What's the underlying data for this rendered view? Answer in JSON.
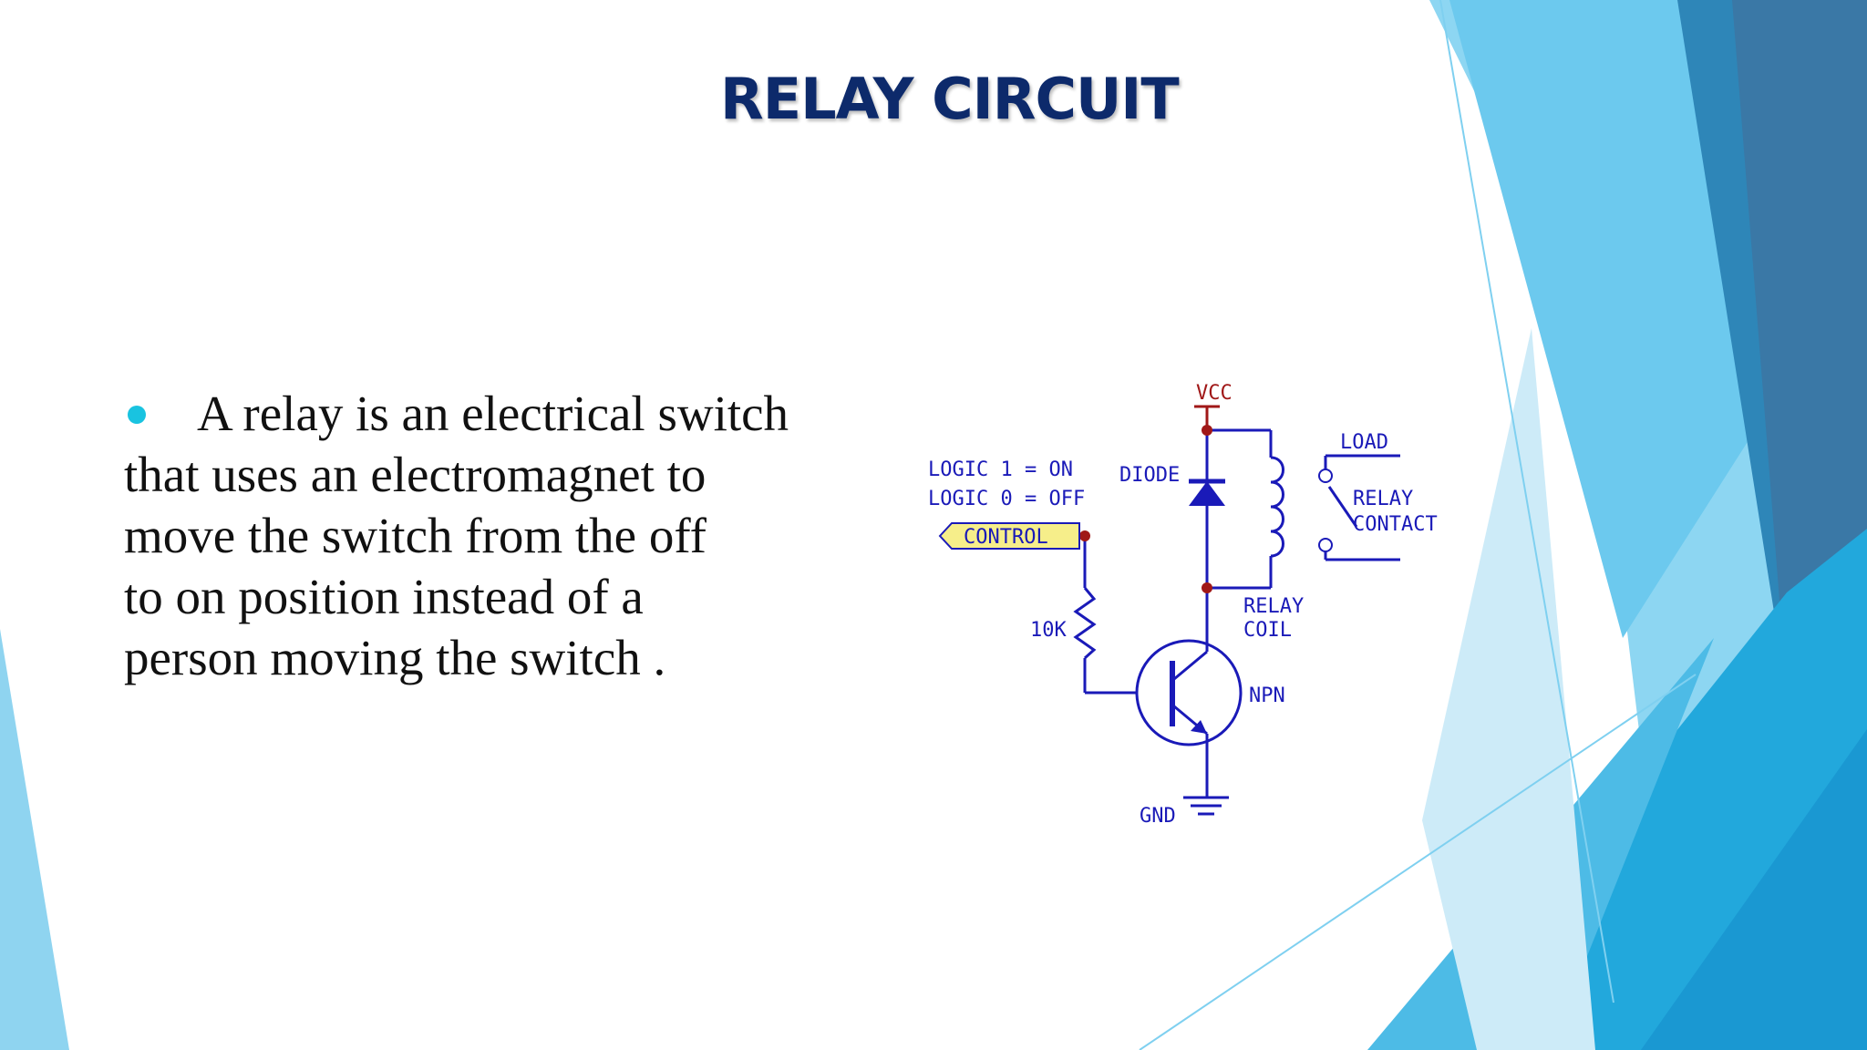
{
  "slide": {
    "title": "RELAY CIRCUIT",
    "body_lines": [
      "A relay is an electrical switch",
      "that uses an electromagnet to",
      "move the switch from the off",
      "to on position instead of a",
      "person moving the switch ."
    ]
  },
  "diagram": {
    "labels": {
      "vcc": "VCC",
      "load": "LOAD",
      "logic1": "LOGIC 1 = ON",
      "logic0": "LOGIC 0 = OFF",
      "diode": "DIODE",
      "relay_contact_1": "RELAY",
      "relay_contact_2": "CONTACT",
      "control": "CONTROL",
      "relay_coil_1": "RELAY",
      "relay_coil_2": "COIL",
      "resistor": "10K",
      "npn": "NPN",
      "gnd": "GND"
    }
  },
  "colors": {
    "title": "#0d2a6b",
    "bullet": "#19c3e0",
    "wire": "#1a1ab8",
    "node": "#a01818",
    "control_tag": "#f6ee8a"
  }
}
